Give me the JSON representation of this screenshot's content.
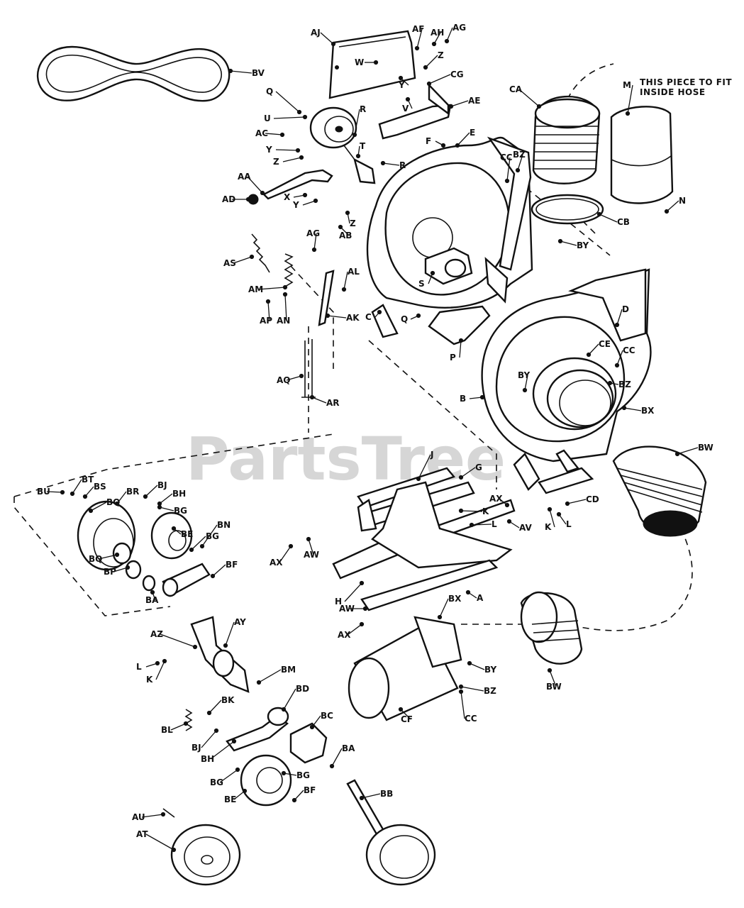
{
  "watermark": {
    "text": "PartsTree",
    "trademark": "TM"
  },
  "note": {
    "line1": "THIS PIECE TO FIT",
    "line2": "INSIDE HOSE"
  },
  "labels": [
    "AJ",
    "AF",
    "AH",
    "AG",
    "W",
    "Z",
    "Y",
    "V",
    "CG",
    "AE",
    "BV",
    "Q",
    "U",
    "R",
    "T",
    "AC",
    "Y",
    "Z",
    "F",
    "E",
    "R",
    "CA",
    "M",
    "CC",
    "BZ",
    "AA",
    "AD",
    "X",
    "Y",
    "AB",
    "Z",
    "N",
    "CB",
    "BY",
    "AS",
    "AG",
    "AM",
    "AL",
    "AP",
    "AN",
    "AK",
    "S",
    "C",
    "Q",
    "D",
    "P",
    "CE",
    "CC",
    "BY",
    "BZ",
    "B",
    "BX",
    "AQ",
    "AR",
    "BW",
    "BU",
    "BT",
    "BS",
    "BQ",
    "BR",
    "BJ",
    "BH",
    "BG",
    "BE",
    "BG",
    "BN",
    "BF",
    "BQ",
    "BP",
    "BA",
    "J",
    "G",
    "K",
    "AX",
    "L",
    "AV",
    "AX",
    "AW",
    "H",
    "A",
    "CD",
    "K",
    "L",
    "AW",
    "AX",
    "BX",
    "BY",
    "BZ",
    "CF",
    "CC",
    "BW",
    "AZ",
    "AY",
    "L",
    "K",
    "BM",
    "BK",
    "BD",
    "BC",
    "BL",
    "BJ",
    "BH",
    "BG",
    "BG",
    "BE",
    "BF",
    "BA",
    "AU",
    "AT",
    "BB"
  ]
}
